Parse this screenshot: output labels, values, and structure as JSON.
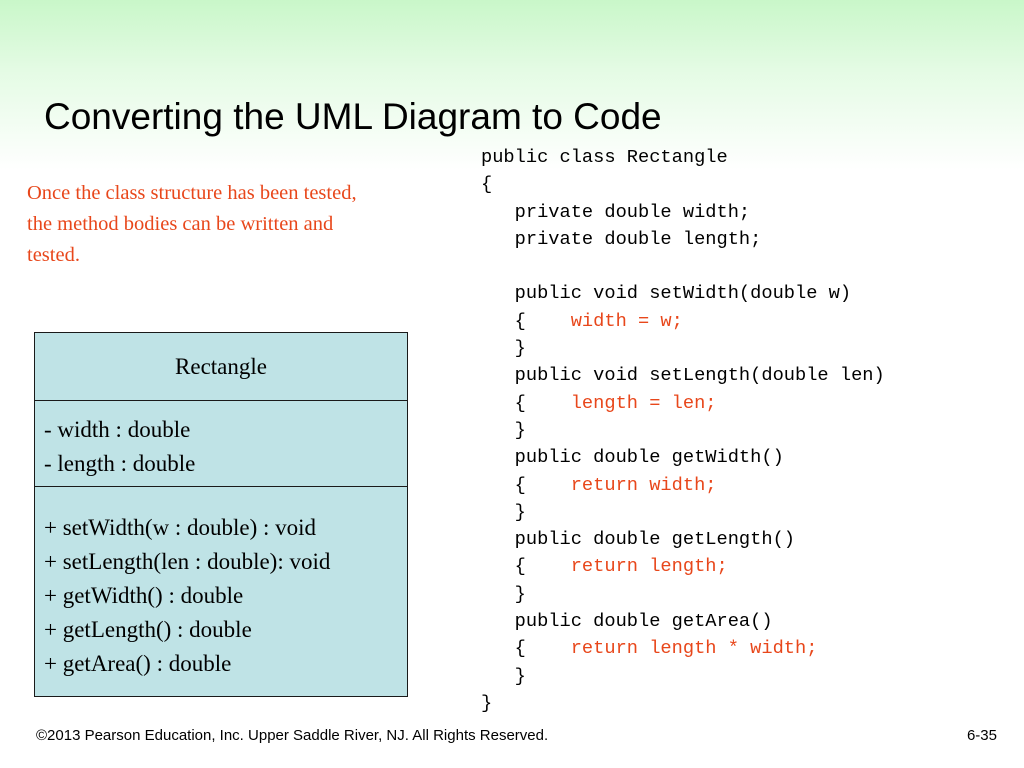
{
  "slide": {
    "title": "Converting the UML Diagram to Code",
    "note_lines": [
      "Once the class structure has been tested,",
      "the method bodies can be written and",
      "tested."
    ]
  },
  "uml": {
    "class_name": "Rectangle",
    "attributes": [
      "- width : double",
      "- length : double"
    ],
    "methods": [
      "+ setWidth(w : double) : void",
      "+ setLength(len : double): void",
      "+ getWidth() : double",
      "+ getLength() : double",
      "+ getArea() : double"
    ]
  },
  "code": {
    "lines": [
      {
        "text": "public class Rectangle",
        "body": ""
      },
      {
        "text": "{",
        "body": ""
      },
      {
        "text": "   private double width;",
        "body": ""
      },
      {
        "text": "   private double length;",
        "body": ""
      },
      {
        "text": "",
        "body": ""
      },
      {
        "text": "   public void setWidth(double w)",
        "body": ""
      },
      {
        "text": "   {    ",
        "body": "width = w;"
      },
      {
        "text": "   }",
        "body": ""
      },
      {
        "text": "   public void setLength(double len)",
        "body": ""
      },
      {
        "text": "   {    ",
        "body": "length = len;"
      },
      {
        "text": "   }",
        "body": ""
      },
      {
        "text": "   public double getWidth()",
        "body": ""
      },
      {
        "text": "   {    ",
        "body": "return width;"
      },
      {
        "text": "   }",
        "body": ""
      },
      {
        "text": "   public double getLength()",
        "body": ""
      },
      {
        "text": "   {    ",
        "body": "return length;"
      },
      {
        "text": "   }",
        "body": ""
      },
      {
        "text": "   public double getArea()",
        "body": ""
      },
      {
        "text": "   {    ",
        "body": "return length * width;"
      },
      {
        "text": "   }",
        "body": ""
      },
      {
        "text": "}",
        "body": ""
      }
    ]
  },
  "footer": {
    "copyright": "©2013 Pearson Education, Inc. Upper Saddle River, NJ. All Rights Reserved.",
    "page_number": "6-35"
  },
  "colors": {
    "accent_text": "#e8471b",
    "uml_fill": "#bfe3e6",
    "header_gradient": "#c9f7c9"
  }
}
